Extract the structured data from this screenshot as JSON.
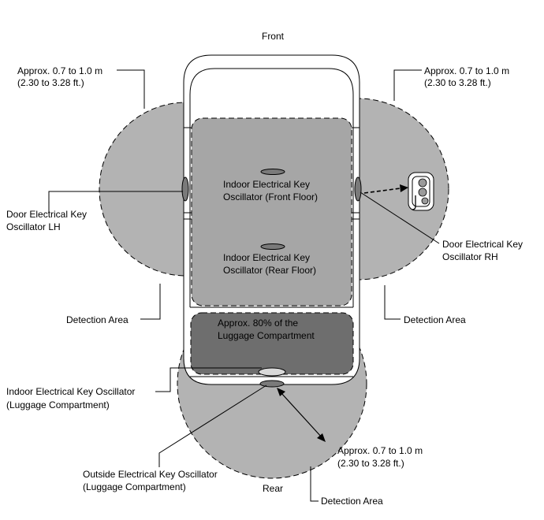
{
  "labels": {
    "front": "Front",
    "rear": "Rear",
    "range_lh_line1": "Approx. 0.7 to 1.0 m",
    "range_lh_line2": "(2.30 to 3.28 ft.)",
    "range_rh_line1": "Approx. 0.7 to 1.0 m",
    "range_rh_line2": "(2.30 to 3.28 ft.)",
    "range_rear_line1": "Approx. 0.7 to 1.0 m",
    "range_rear_line2": "(2.30 to 3.28 ft.)",
    "door_lh_line1": "Door Electrical Key",
    "door_lh_line2": "Oscillator LH",
    "door_rh_line1": "Door Electrical Key",
    "door_rh_line2": "Oscillator RH",
    "indoor_front_line1": "Indoor Electrical Key",
    "indoor_front_line2": "Oscillator (Front Floor)",
    "indoor_rear_line1": "Indoor Electrical Key",
    "indoor_rear_line2": "Oscillator (Rear Floor)",
    "luggage_area_line1": "Approx. 80% of the",
    "luggage_area_line2": "Luggage Compartment",
    "detection_lh": "Detection Area",
    "detection_rh": "Detection Area",
    "detection_rear": "Detection Area",
    "indoor_lug_line1": "Indoor Electrical Key Oscillator",
    "indoor_lug_line2": "(Luggage Compartment)",
    "outside_lug_line1": "Outside Electrical Key Oscillator",
    "outside_lug_line2": "(Luggage Compartment)"
  },
  "colors": {
    "detection_zone": "#b3b3b3",
    "cabin_zone": "#a6a6a6",
    "luggage_zone": "#6e6e6e",
    "oscillator": "#7a7a7a",
    "outline": "#000000"
  }
}
